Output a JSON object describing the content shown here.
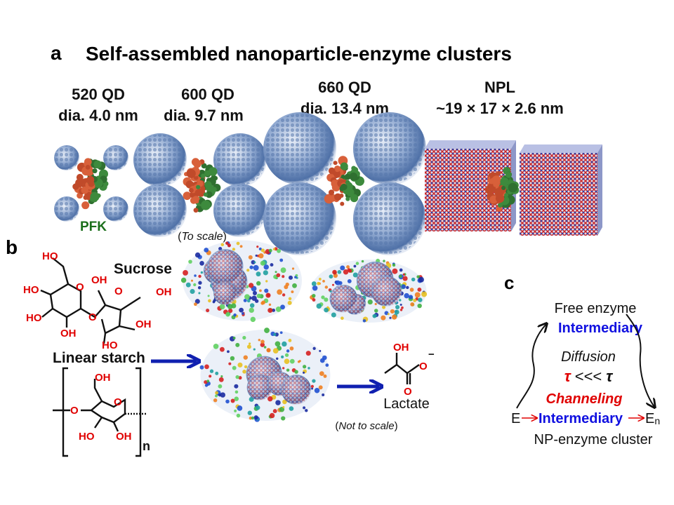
{
  "panel_a": {
    "letter": "a",
    "title": "Self-assembled nanoparticle-enzyme clusters",
    "groups": [
      {
        "name": "520 QD",
        "size": "dia. 4.0 nm"
      },
      {
        "name": "600 QD",
        "size": "dia. 9.7 nm"
      },
      {
        "name": "660 QD",
        "size": "dia. 13.4 nm"
      },
      {
        "name": "NPL",
        "size": "~19 × 17 × 2.6 nm"
      }
    ],
    "enzyme_label": "PFK",
    "scale_note_open": "(",
    "scale_note": "To scale",
    "scale_note_close": ")"
  },
  "panel_b": {
    "letter": "b",
    "sucrose": "Sucrose",
    "starch": "Linear starch",
    "repeat": "n",
    "lactate": "Lactate",
    "scale_note_open": "(",
    "scale_note": "Not to scale",
    "scale_note_close": ")",
    "atoms": {
      "HO": "HO",
      "OH": "OH",
      "O": "O",
      "minus": "−"
    }
  },
  "panel_c": {
    "letter": "c",
    "free_enzyme": "Free enzyme",
    "intermediary_top": "Intermediary",
    "diffusion": "Diffusion",
    "tau_left": "τ",
    "less": "<<<",
    "tau_right": "τ",
    "channeling": "Channeling",
    "e_start": "E",
    "intermediary_bottom": "Intermediary",
    "e_end": "E",
    "e_sub": "n",
    "cluster": "NP-enzyme cluster"
  },
  "colors": {
    "enzyme_green": "#1a6e1a",
    "intermediary_blue": "#1010e0",
    "channeling_red": "#e00000",
    "arrow_blue": "#1020b0"
  }
}
